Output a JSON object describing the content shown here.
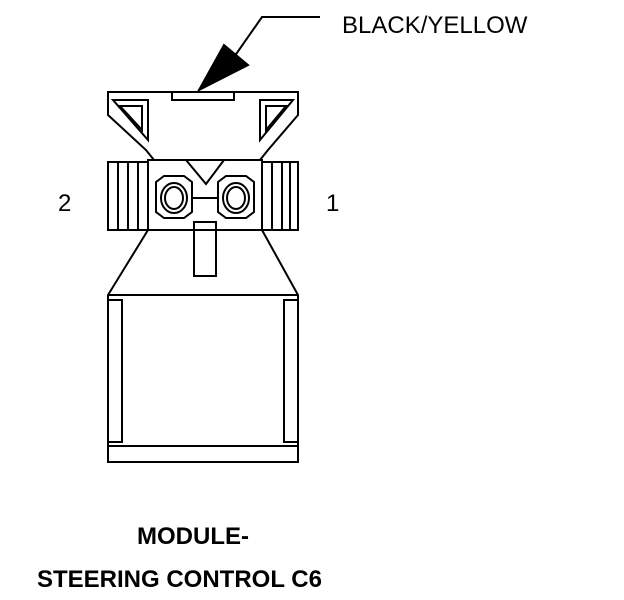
{
  "wire_color_label": "BLACK/YELLOW",
  "pins": [
    {
      "number": "2"
    },
    {
      "number": "1"
    }
  ],
  "caption": {
    "line1": "MODULE-",
    "line2": "STEERING CONTROL C6"
  },
  "colors": {
    "line": "#000000",
    "background": "#ffffff"
  }
}
